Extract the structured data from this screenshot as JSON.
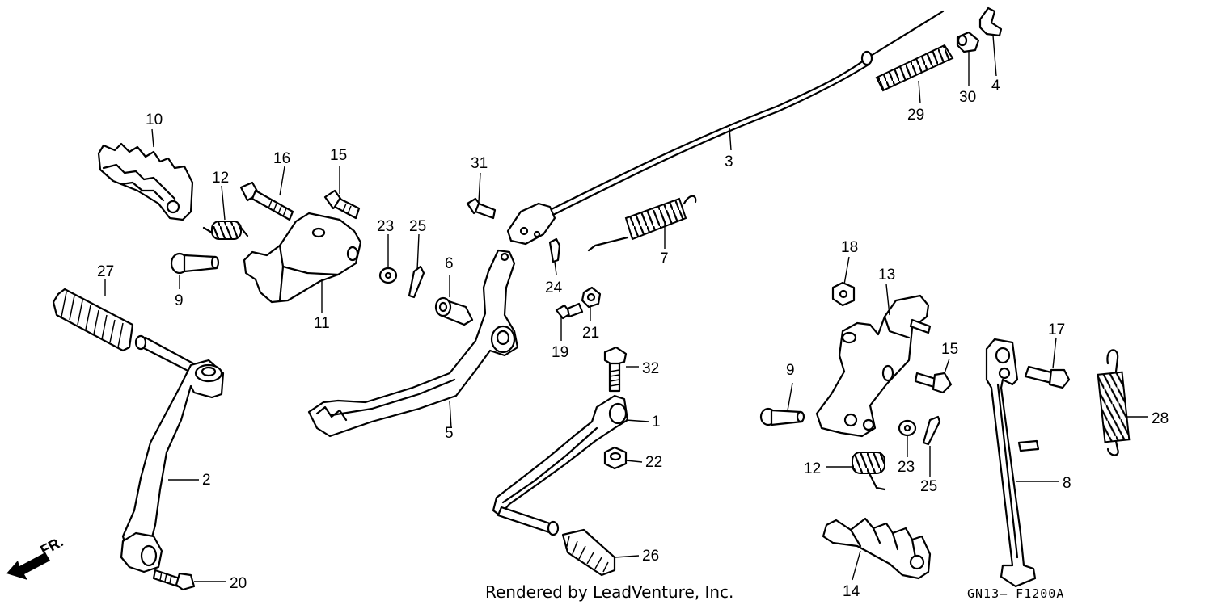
{
  "diagram": {
    "footer_credit": "Rendered by LeadVenture, Inc.",
    "reference_code": "GN13— F1200A",
    "direction_label": "FR.",
    "callouts": [
      {
        "id": "p1",
        "label": "1"
      },
      {
        "id": "p2",
        "label": "2"
      },
      {
        "id": "p3",
        "label": "3"
      },
      {
        "id": "p4",
        "label": "4"
      },
      {
        "id": "p5",
        "label": "5"
      },
      {
        "id": "p6",
        "label": "6"
      },
      {
        "id": "p7",
        "label": "7"
      },
      {
        "id": "p8",
        "label": "8"
      },
      {
        "id": "p9a",
        "label": "9"
      },
      {
        "id": "p9b",
        "label": "9"
      },
      {
        "id": "p10",
        "label": "10"
      },
      {
        "id": "p11",
        "label": "11"
      },
      {
        "id": "p12a",
        "label": "12"
      },
      {
        "id": "p12b",
        "label": "12"
      },
      {
        "id": "p13",
        "label": "13"
      },
      {
        "id": "p14",
        "label": "14"
      },
      {
        "id": "p15a",
        "label": "15"
      },
      {
        "id": "p15b",
        "label": "15"
      },
      {
        "id": "p16",
        "label": "16"
      },
      {
        "id": "p17",
        "label": "17"
      },
      {
        "id": "p18",
        "label": "18"
      },
      {
        "id": "p19",
        "label": "19"
      },
      {
        "id": "p20",
        "label": "20"
      },
      {
        "id": "p21",
        "label": "21"
      },
      {
        "id": "p22",
        "label": "22"
      },
      {
        "id": "p23a",
        "label": "23"
      },
      {
        "id": "p23b",
        "label": "23"
      },
      {
        "id": "p24",
        "label": "24"
      },
      {
        "id": "p25a",
        "label": "25"
      },
      {
        "id": "p25b",
        "label": "25"
      },
      {
        "id": "p26",
        "label": "26"
      },
      {
        "id": "p27",
        "label": "27"
      },
      {
        "id": "p28",
        "label": "28"
      },
      {
        "id": "p29",
        "label": "29"
      },
      {
        "id": "p30",
        "label": "30"
      },
      {
        "id": "p31",
        "label": "31"
      },
      {
        "id": "p32",
        "label": "32"
      }
    ]
  }
}
